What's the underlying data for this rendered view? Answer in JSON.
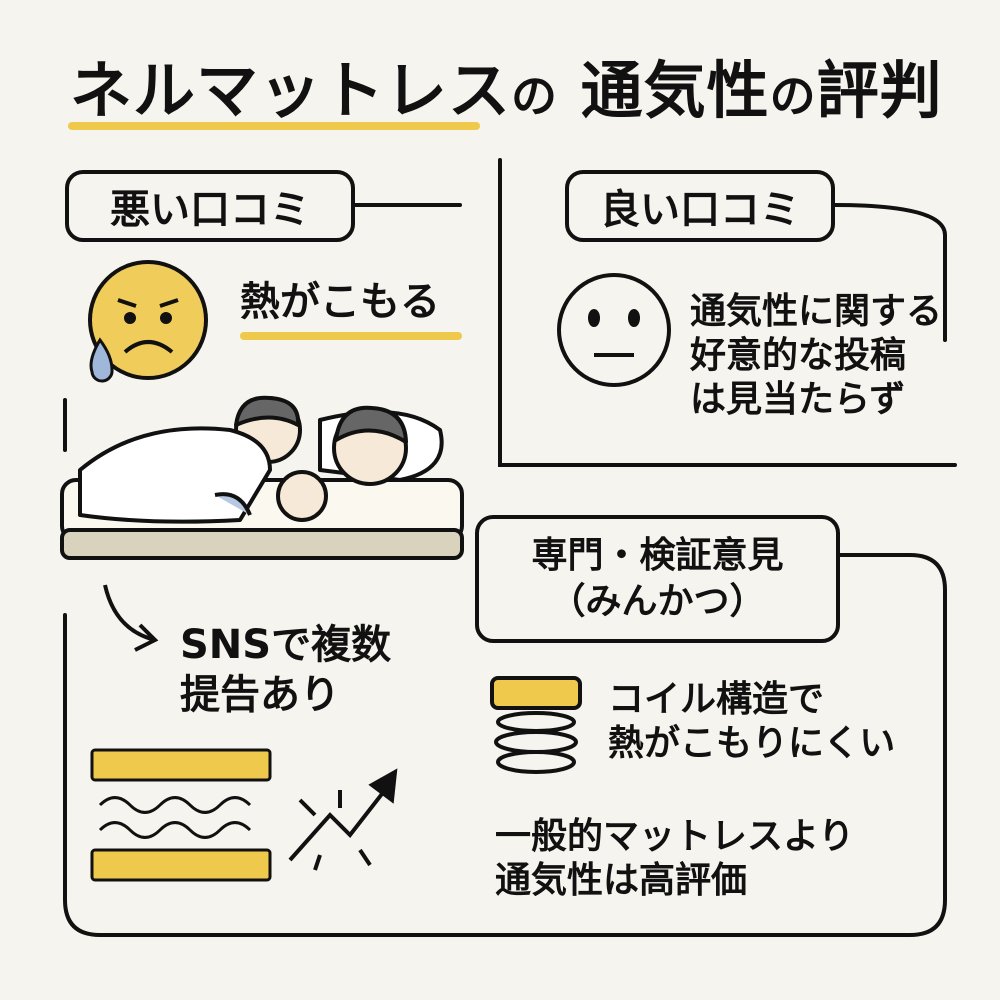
{
  "title": {
    "part1": "ネルマットレス",
    "no1": "の",
    "part2": "通気性",
    "no2": "の",
    "part3": "評判"
  },
  "bad": {
    "label": "悪い口コミ",
    "heading": "熱がこもる",
    "note_line1": "SNSで複数",
    "note_line2": "提告あり"
  },
  "good": {
    "label": "良い口コミ",
    "line1": "通気性に関する",
    "line2": "好意的な投稿",
    "line3": "は見当たらず"
  },
  "expert": {
    "label_line1": "専門・検証意見",
    "label_line2": "（みんかつ）",
    "coil_line1": "コイル構造で",
    "coil_line2": "熱がこもりにくい",
    "summary_line1": "一般的マットレスより",
    "summary_line2": "通気性は高評価"
  },
  "colors": {
    "accent": "#efc94c",
    "ink": "#111111",
    "background": "#f6f4ee"
  }
}
